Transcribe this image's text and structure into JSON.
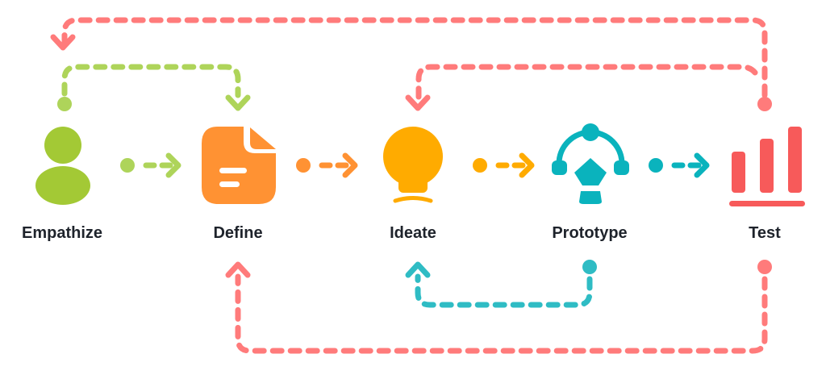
{
  "title": "Design Thinking Process",
  "stages": [
    {
      "label": "Empathize",
      "icon": "person-icon",
      "color": "#a3c935"
    },
    {
      "label": "Define",
      "icon": "document-icon",
      "color": "#ff9233"
    },
    {
      "label": "Ideate",
      "icon": "lightbulb-icon",
      "color": "#ffab00"
    },
    {
      "label": "Prototype",
      "icon": "vector-pen-icon",
      "color": "#0ab3bd"
    },
    {
      "label": "Test",
      "icon": "bar-chart-icon",
      "color": "#f75a5a"
    }
  ],
  "loop_colors": {
    "green": "#aed45a",
    "red": "#ff7b7b",
    "teal": "#2fbcc4"
  }
}
